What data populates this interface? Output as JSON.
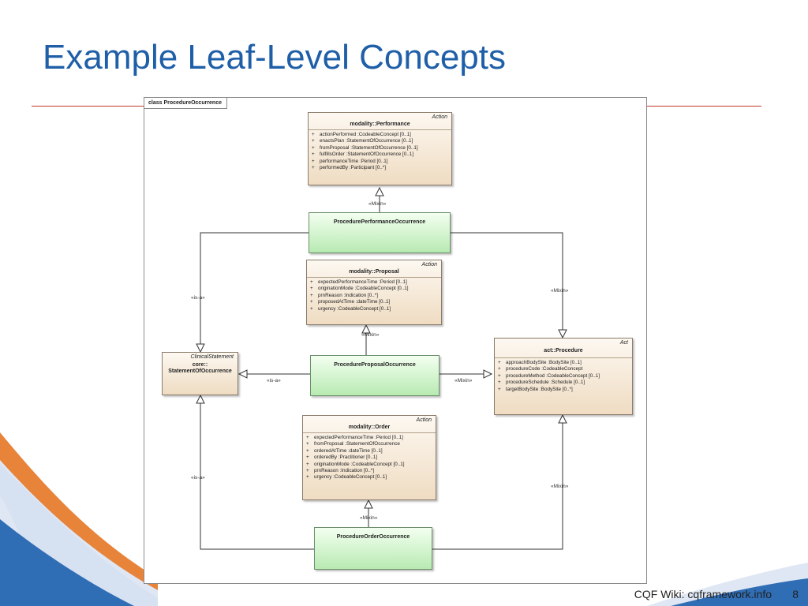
{
  "slide": {
    "title": "Example Leaf-Level Concepts",
    "footer": "CQF Wiki: cqframework.info",
    "page_number": "8"
  },
  "diagram": {
    "frame_label": "class ProcedureOccurrence",
    "classes": {
      "performance": {
        "stereotype": "Action",
        "name": "modality::Performance",
        "attributes": [
          "actionPerformed  :CodeableConcept [0..1]",
          "enactsPlan  :StatementOfOccurrence [0..1]",
          "fromProposal  :StatementOfOccurrence [0..1]",
          "fulfillsOrder  :StatementOfOccurrence [0..1]",
          "performanceTime  :Period [0..1]",
          "performedBy  :Participant [0..*]"
        ]
      },
      "proposal": {
        "stereotype": "Action",
        "name": "modality::Proposal",
        "attributes": [
          "expectedPerformanceTime  :Period [0..1]",
          "originationMode  :CodeableConcept [0..1]",
          "prnReason  :Indication [0..*]",
          "proposedAtTime  :dateTime [0..1]",
          "urgency  :CodeableConcept [0..1]"
        ]
      },
      "order": {
        "stereotype": "Action",
        "name": "modality::Order",
        "attributes": [
          "expectedPerformanceTime  :Period [0..1]",
          "fromProposal  :StatementOfOccurrence",
          "orderedAtTime  :dateTime [0..1]",
          "orderedBy  :Practitioner [0..1]",
          "originationMode  :CodeableConcept [0..1]",
          "prnReason  :Indication [0..*]",
          "urgency  :CodeableConcept [0..1]"
        ]
      },
      "procedure": {
        "stereotype": "Act",
        "name": "act::Procedure",
        "attributes": [
          "approachBodySite  :BodySite [0..1]",
          "procedureCode  :CodeableConcept",
          "procedureMethod  :CodeableConcept [0..1]",
          "procedureSchedule  :Schedule [0..1]",
          "targetBodySite  :BodySite [0..*]"
        ]
      },
      "statement": {
        "stereotype": "ClinicalStatement",
        "name_line1": "core::",
        "name_line2": "StatementOfOccurrence"
      }
    },
    "occurrences": {
      "performance": "ProcedurePerformanceOccurrence",
      "proposal": "ProcedureProposalOccurrence",
      "order": "ProcedureOrderOccurrence"
    },
    "labels": {
      "mixin": "«Mixin»",
      "isa": "«is-a»"
    },
    "attribute_marker": "+"
  },
  "colors": {
    "title": "#1f5fa8",
    "rule": "#c0392b",
    "occurrence_fill": "#b8eab2",
    "class_fill": "#efdcc2"
  }
}
